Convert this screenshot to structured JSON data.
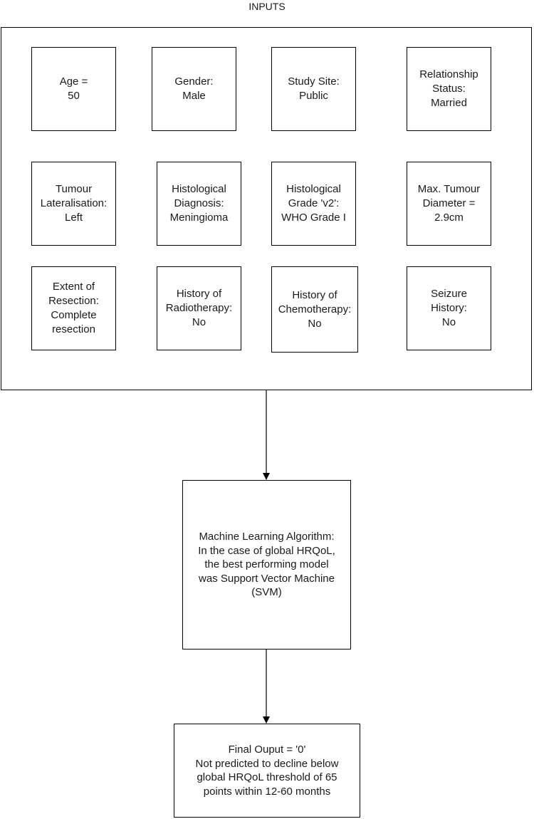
{
  "title": "INPUTS",
  "inputs": [
    {
      "text": "Age =\n50"
    },
    {
      "text": "Gender:\nMale"
    },
    {
      "text": "Study Site:\nPublic"
    },
    {
      "text": "Relationship\nStatus:\nMarried"
    },
    {
      "text": "Tumour\nLateralisation:\nLeft"
    },
    {
      "text": "Histological\nDiagnosis:\nMeningioma"
    },
    {
      "text": "Histological\nGrade 'v2':\nWHO Grade I"
    },
    {
      "text": "Max. Tumour\nDiameter =\n2.9cm"
    },
    {
      "text": "Extent of\nResection:\nComplete\nresection"
    },
    {
      "text": "History of\nRadiotherapy:\nNo"
    },
    {
      "text": "History of\nChemotherapy:\nNo"
    },
    {
      "text": "Seizure\nHistory:\nNo"
    }
  ],
  "algorithm": {
    "text": "Machine Learning Algorithm:\nIn the case of global HRQoL,\nthe best performing model\nwas Support Vector Machine\n(SVM)"
  },
  "output": {
    "text": "Final Ouput = '0'\nNot predicted to decline below\nglobal HRQoL threshold of 65\npoints within 12-60 months"
  }
}
